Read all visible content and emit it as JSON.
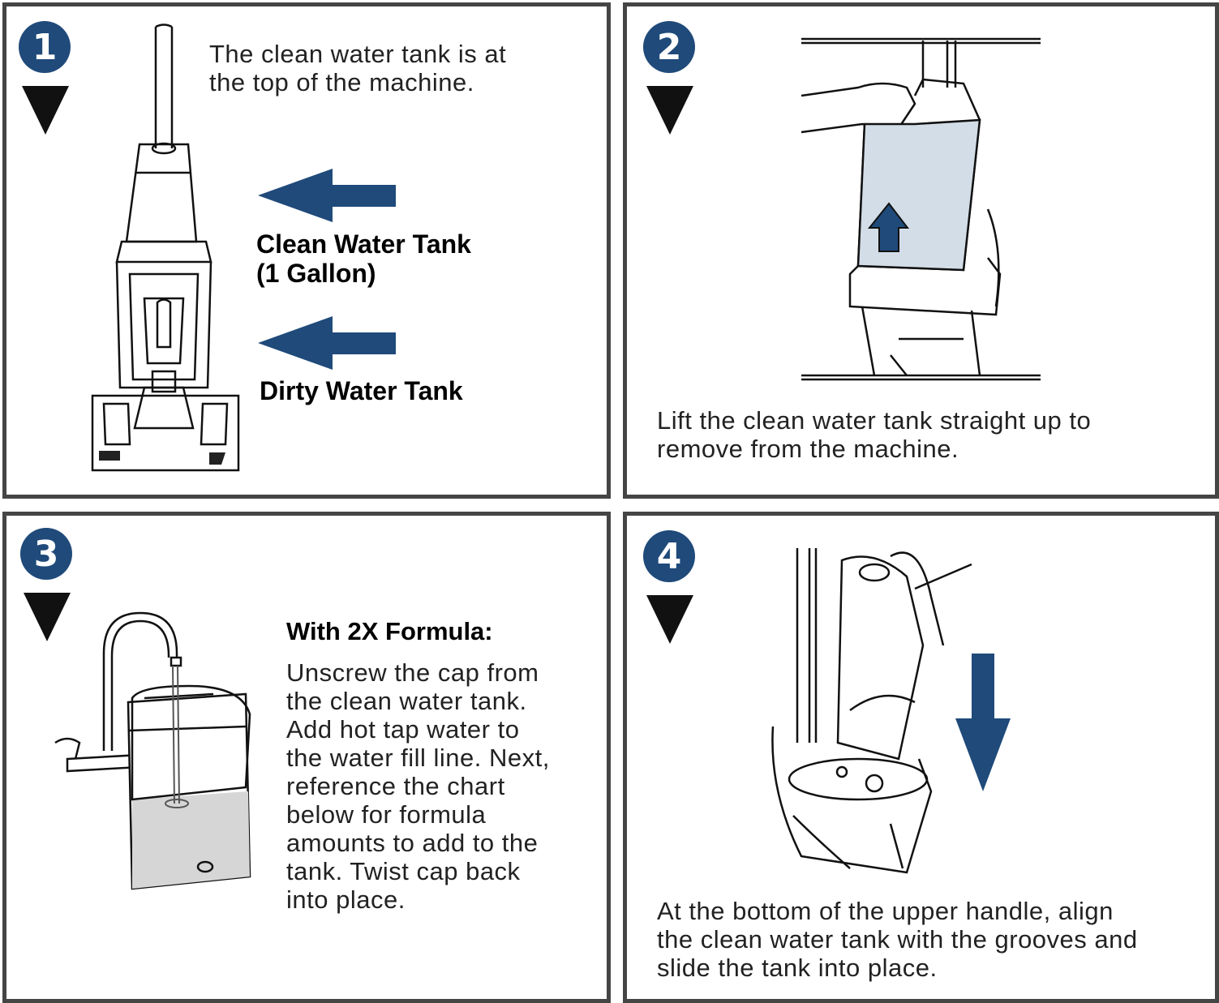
{
  "colors": {
    "accent": "#1f4a7a",
    "border": "#454545",
    "tank_tint": "#d3dde8"
  },
  "steps": [
    {
      "number": "1",
      "text": [
        "The clean water tank is at",
        "the top of the machine."
      ],
      "labels": {
        "clean_tank_line1": "Clean Water Tank",
        "clean_tank_line2": "(1 Gallon)",
        "dirty_tank": "Dirty Water Tank"
      },
      "icons": [
        "arrow-left-icon",
        "arrow-left-icon"
      ]
    },
    {
      "number": "2",
      "text": [
        "Lift the clean water tank straight up to",
        "remove from the machine."
      ],
      "icons": [
        "arrow-up-icon"
      ]
    },
    {
      "number": "3",
      "heading": "With 2X Formula:",
      "text": [
        "Unscrew the cap from",
        "the clean water tank.",
        "Add hot tap water to",
        "the water fill line. Next,",
        "reference the chart",
        "below for formula",
        "amounts to add to the",
        "tank. Twist cap back",
        "into place."
      ]
    },
    {
      "number": "4",
      "text": [
        "At the bottom of the upper handle, align",
        "the clean water tank with the grooves and",
        "slide the tank into place."
      ],
      "icons": [
        "arrow-down-icon"
      ]
    }
  ]
}
